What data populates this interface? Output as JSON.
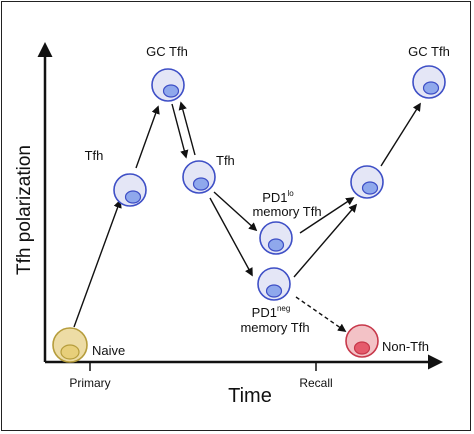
{
  "axes": {
    "y_label": "Tfh polarization",
    "x_label": "Time",
    "x_ticks": [
      "Primary",
      "Recall"
    ]
  },
  "cells": {
    "naive": "Naive",
    "tfh_primary": "Tfh",
    "gc_tfh_primary": "GC Tfh",
    "tfh_contraction": "Tfh",
    "pd1lo_base": "PD1",
    "pd1lo_sup": "lo",
    "pd1lo_line2": "memory Tfh",
    "pd1neg_base": "PD1",
    "pd1neg_sup": "neg",
    "pd1neg_line2": "memory Tfh",
    "non_tfh": "Non-Tfh",
    "gc_tfh_recall": "GC Tfh"
  },
  "colors": {
    "tfh_outer": "#e4e6f6",
    "tfh_inner": "#8fa8ec",
    "tfh_stroke": "#3e4fc6",
    "naive_outer": "#eddca5",
    "naive_inner": "#e8cf7a",
    "naive_stroke": "#b69d3c",
    "nontfh_outer": "#f3c2c6",
    "nontfh_inner": "#e55a6b",
    "nontfh_stroke": "#c7384a"
  }
}
